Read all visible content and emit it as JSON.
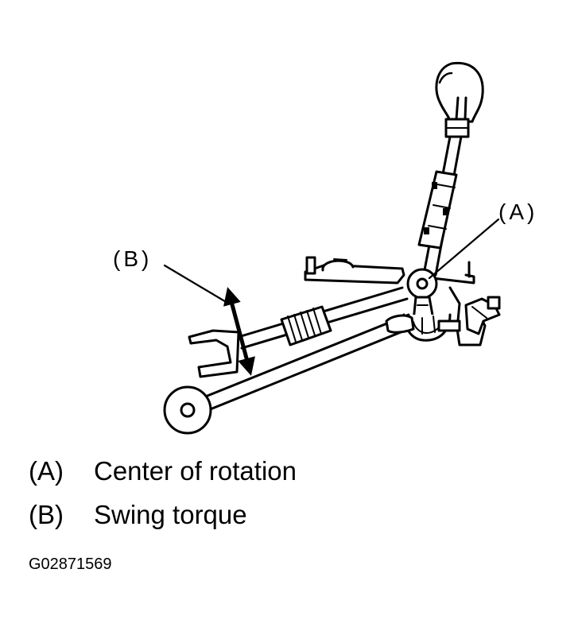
{
  "diagram": {
    "callouts": {
      "a": "(A)",
      "b": "(B)"
    },
    "stroke_color": "#000000",
    "background_color": "#ffffff"
  },
  "legend": [
    {
      "key": "(A)",
      "text": "Center of rotation"
    },
    {
      "key": "(B)",
      "text": "Swing torque"
    }
  ],
  "figure_id": "G02871569"
}
